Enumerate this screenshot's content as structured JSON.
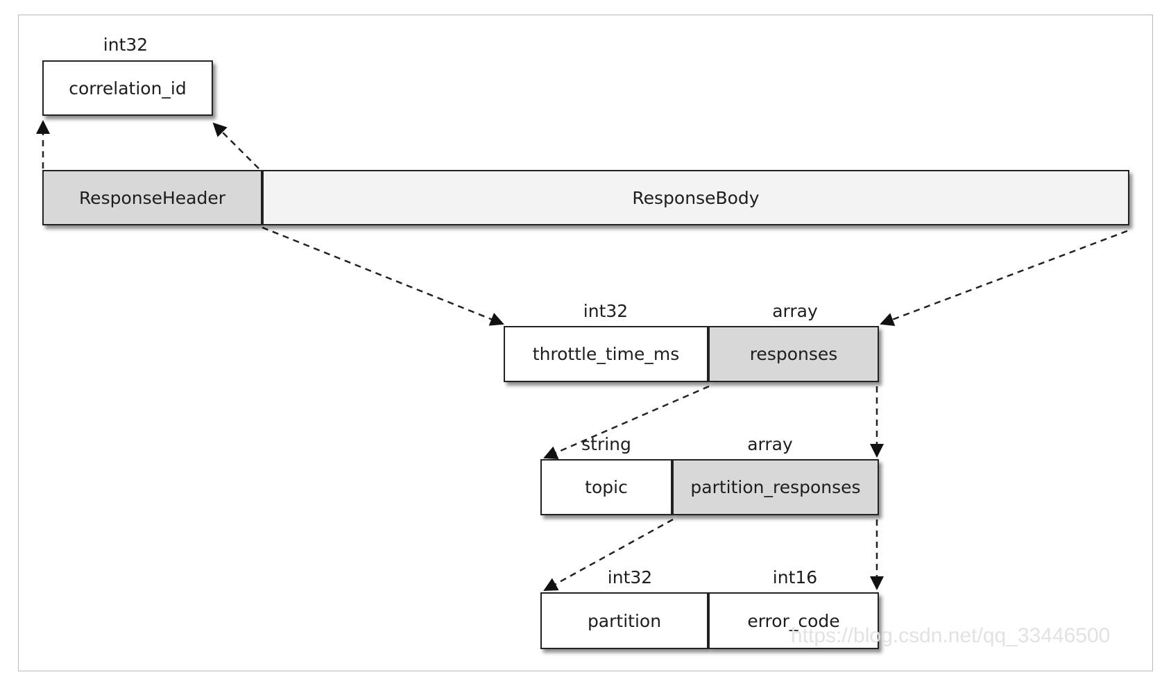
{
  "diagram": {
    "header": {
      "type": "int32",
      "field": "correlation_id"
    },
    "top_row": {
      "header_label": "ResponseHeader",
      "body_label": "ResponseBody"
    },
    "body_fields": [
      {
        "type": "int32",
        "field": "throttle_time_ms"
      },
      {
        "type": "array",
        "field": "responses"
      }
    ],
    "response_fields": [
      {
        "type": "string",
        "field": "topic"
      },
      {
        "type": "array",
        "field": "partition_responses"
      }
    ],
    "partition_fields": [
      {
        "type": "int32",
        "field": "partition"
      },
      {
        "type": "int16",
        "field": "error_code"
      }
    ]
  },
  "watermark": "https://blog.csdn.net/qq_33446500"
}
